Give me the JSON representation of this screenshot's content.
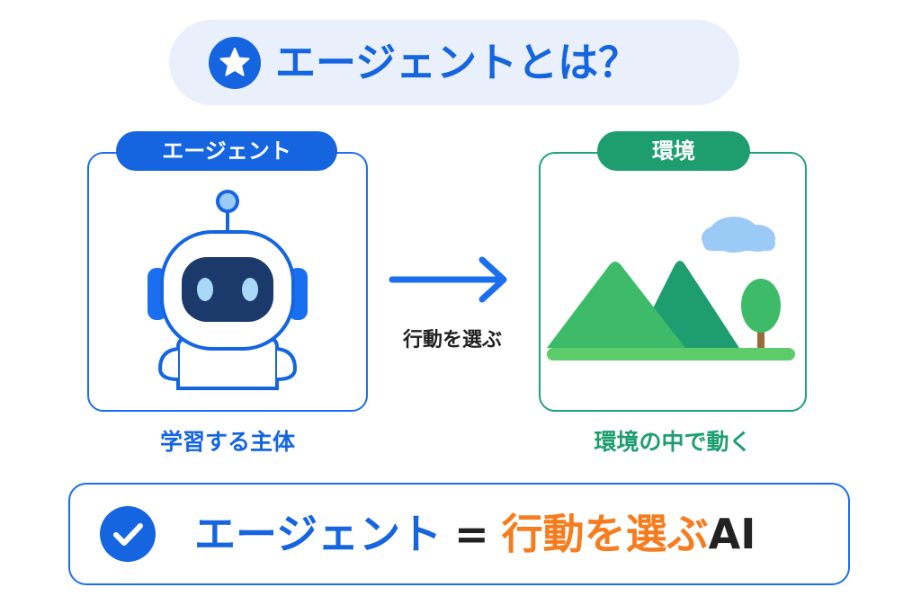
{
  "title": {
    "text": "エージェントとは？",
    "icon": "star-icon"
  },
  "agent_panel": {
    "tab_label": "エージェント",
    "caption": "学習する主体",
    "illustration": "robot-icon",
    "color": "#1565e0"
  },
  "arrow": {
    "label": "行動を選ぶ",
    "icon": "arrow-right-icon"
  },
  "environment_panel": {
    "tab_label": "環境",
    "caption": "環境の中で動く",
    "illustration": "landscape-mountains-tree-cloud",
    "color": "#1e9e70"
  },
  "summary": {
    "icon": "check-circle-icon",
    "term": "エージェント",
    "equals": "=",
    "highlight": "行動を選ぶ",
    "suffix": "AI",
    "highlight_color": "#f57c1f"
  }
}
